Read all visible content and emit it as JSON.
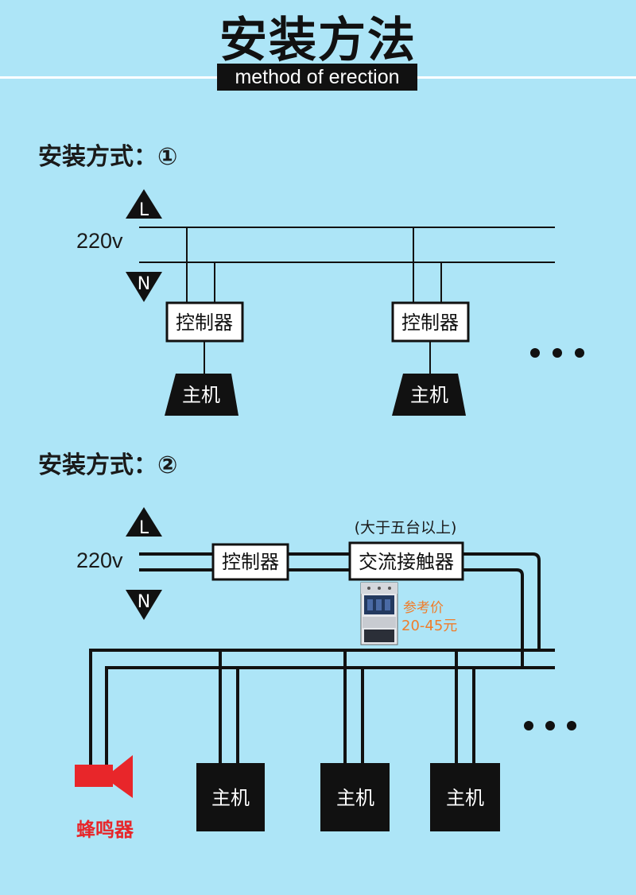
{
  "header": {
    "title": "安装方法",
    "subtitle": "method of erection"
  },
  "method1": {
    "heading": "安装方式：①",
    "voltage": "220v",
    "line_l": "L",
    "line_n": "N",
    "controller_label": "控制器",
    "host_label": "主机",
    "ellipsis": "•••"
  },
  "method2": {
    "heading": "安装方式：②",
    "voltage": "220v",
    "line_l": "L",
    "line_n": "N",
    "controller_label": "控制器",
    "contactor_note": "(大于五台以上)",
    "contactor_label": "交流接触器",
    "price_label": "参考价",
    "price_value": "20-45元",
    "buzzer_label": "蜂鸣器",
    "host_label": "主机",
    "ellipsis": "•••"
  },
  "colors": {
    "background": "#ade5f7",
    "line": "#111111",
    "buzzer": "#e8262a",
    "price": "#f07d2a"
  }
}
